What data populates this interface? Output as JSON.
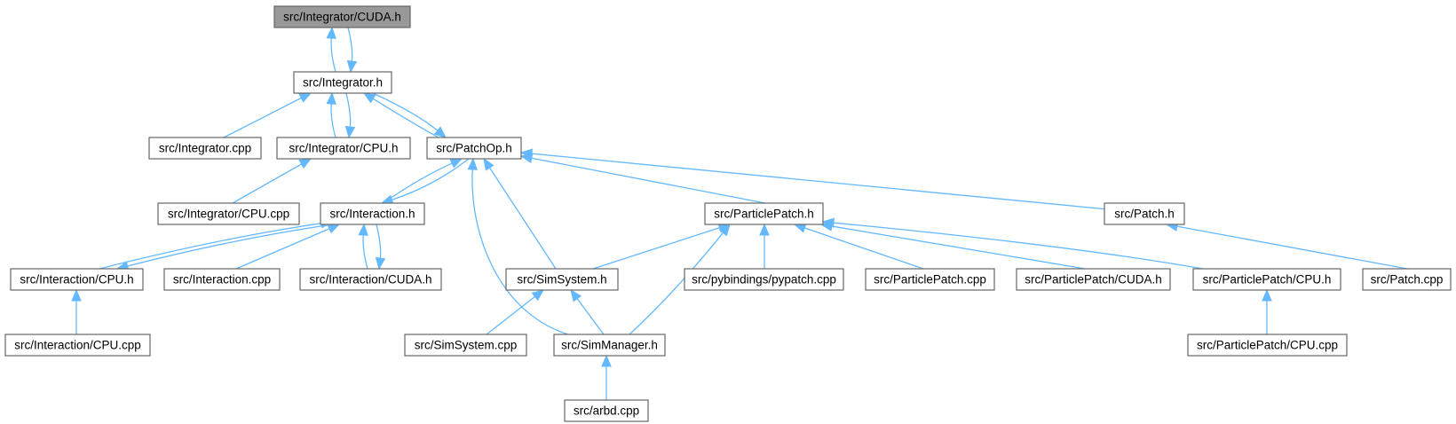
{
  "nodes": [
    {
      "id": "integrator_cuda_h",
      "label": "src/Integrator/CUDA.h",
      "root": true
    },
    {
      "id": "integrator_h",
      "label": "src/Integrator.h"
    },
    {
      "id": "integrator_cpp",
      "label": "src/Integrator.cpp"
    },
    {
      "id": "integrator_cpu_h",
      "label": "src/Integrator/CPU.h"
    },
    {
      "id": "patchop_h",
      "label": "src/PatchOp.h"
    },
    {
      "id": "integrator_cpu_cpp",
      "label": "src/Integrator/CPU.cpp"
    },
    {
      "id": "interaction_h",
      "label": "src/Interaction.h"
    },
    {
      "id": "particlepatch_h",
      "label": "src/ParticlePatch.h"
    },
    {
      "id": "patch_h",
      "label": "src/Patch.h"
    },
    {
      "id": "interaction_cpu_h",
      "label": "src/Interaction/CPU.h"
    },
    {
      "id": "interaction_cpp",
      "label": "src/Interaction.cpp"
    },
    {
      "id": "interaction_cuda_h",
      "label": "src/Interaction/CUDA.h"
    },
    {
      "id": "simsystem_h",
      "label": "src/SimSystem.h"
    },
    {
      "id": "pypatch_cpp",
      "label": "src/pybindings/pypatch.cpp"
    },
    {
      "id": "particlepatch_cpp",
      "label": "src/ParticlePatch.cpp"
    },
    {
      "id": "particlepatch_cuda_h",
      "label": "src/ParticlePatch/CUDA.h"
    },
    {
      "id": "particlepatch_cpu_h",
      "label": "src/ParticlePatch/CPU.h"
    },
    {
      "id": "patch_cpp",
      "label": "src/Patch.cpp"
    },
    {
      "id": "interaction_cpu_cpp",
      "label": "src/Interaction/CPU.cpp"
    },
    {
      "id": "simsystem_cpp",
      "label": "src/SimSystem.cpp"
    },
    {
      "id": "simmanager_h",
      "label": "src/SimManager.h"
    },
    {
      "id": "particlepatch_cpu_cpp",
      "label": "src/ParticlePatch/CPU.cpp"
    },
    {
      "id": "arbd_cpp",
      "label": "src/arbd.cpp"
    }
  ],
  "edges": [
    {
      "from": "integrator_h",
      "to": "integrator_cuda_h"
    },
    {
      "from": "integrator_cuda_h",
      "to": "integrator_h"
    },
    {
      "from": "integrator_cpp",
      "to": "integrator_h"
    },
    {
      "from": "integrator_cpu_h",
      "to": "integrator_h"
    },
    {
      "from": "integrator_h",
      "to": "integrator_cpu_h"
    },
    {
      "from": "patchop_h",
      "to": "integrator_h"
    },
    {
      "from": "integrator_h",
      "to": "patchop_h"
    },
    {
      "from": "integrator_cpu_cpp",
      "to": "integrator_cpu_h"
    },
    {
      "from": "interaction_h",
      "to": "patchop_h"
    },
    {
      "from": "patchop_h",
      "to": "interaction_h"
    },
    {
      "from": "simsystem_h",
      "to": "patchop_h"
    },
    {
      "from": "simmanager_h",
      "to": "patchop_h"
    },
    {
      "from": "particlepatch_h",
      "to": "patchop_h"
    },
    {
      "from": "patch_h",
      "to": "patchop_h"
    },
    {
      "from": "interaction_cpu_h",
      "to": "interaction_h"
    },
    {
      "from": "interaction_h",
      "to": "interaction_cpu_h"
    },
    {
      "from": "interaction_cpp",
      "to": "interaction_h"
    },
    {
      "from": "interaction_cuda_h",
      "to": "interaction_h"
    },
    {
      "from": "interaction_h",
      "to": "interaction_cuda_h"
    },
    {
      "from": "simsystem_h",
      "to": "particlepatch_h"
    },
    {
      "from": "simmanager_h",
      "to": "particlepatch_h"
    },
    {
      "from": "pypatch_cpp",
      "to": "particlepatch_h"
    },
    {
      "from": "particlepatch_cpp",
      "to": "particlepatch_h"
    },
    {
      "from": "particlepatch_cuda_h",
      "to": "particlepatch_h"
    },
    {
      "from": "particlepatch_cpu_h",
      "to": "particlepatch_h"
    },
    {
      "from": "patch_cpp",
      "to": "patch_h"
    },
    {
      "from": "interaction_cpu_cpp",
      "to": "interaction_cpu_h"
    },
    {
      "from": "simsystem_cpp",
      "to": "simsystem_h"
    },
    {
      "from": "simmanager_h",
      "to": "simsystem_h"
    },
    {
      "from": "particlepatch_cpu_cpp",
      "to": "particlepatch_cpu_h"
    },
    {
      "from": "arbd_cpp",
      "to": "simmanager_h"
    }
  ],
  "colors": {
    "edge": "#63b8ff",
    "root_fill": "#999999",
    "node_border": "#666666"
  }
}
